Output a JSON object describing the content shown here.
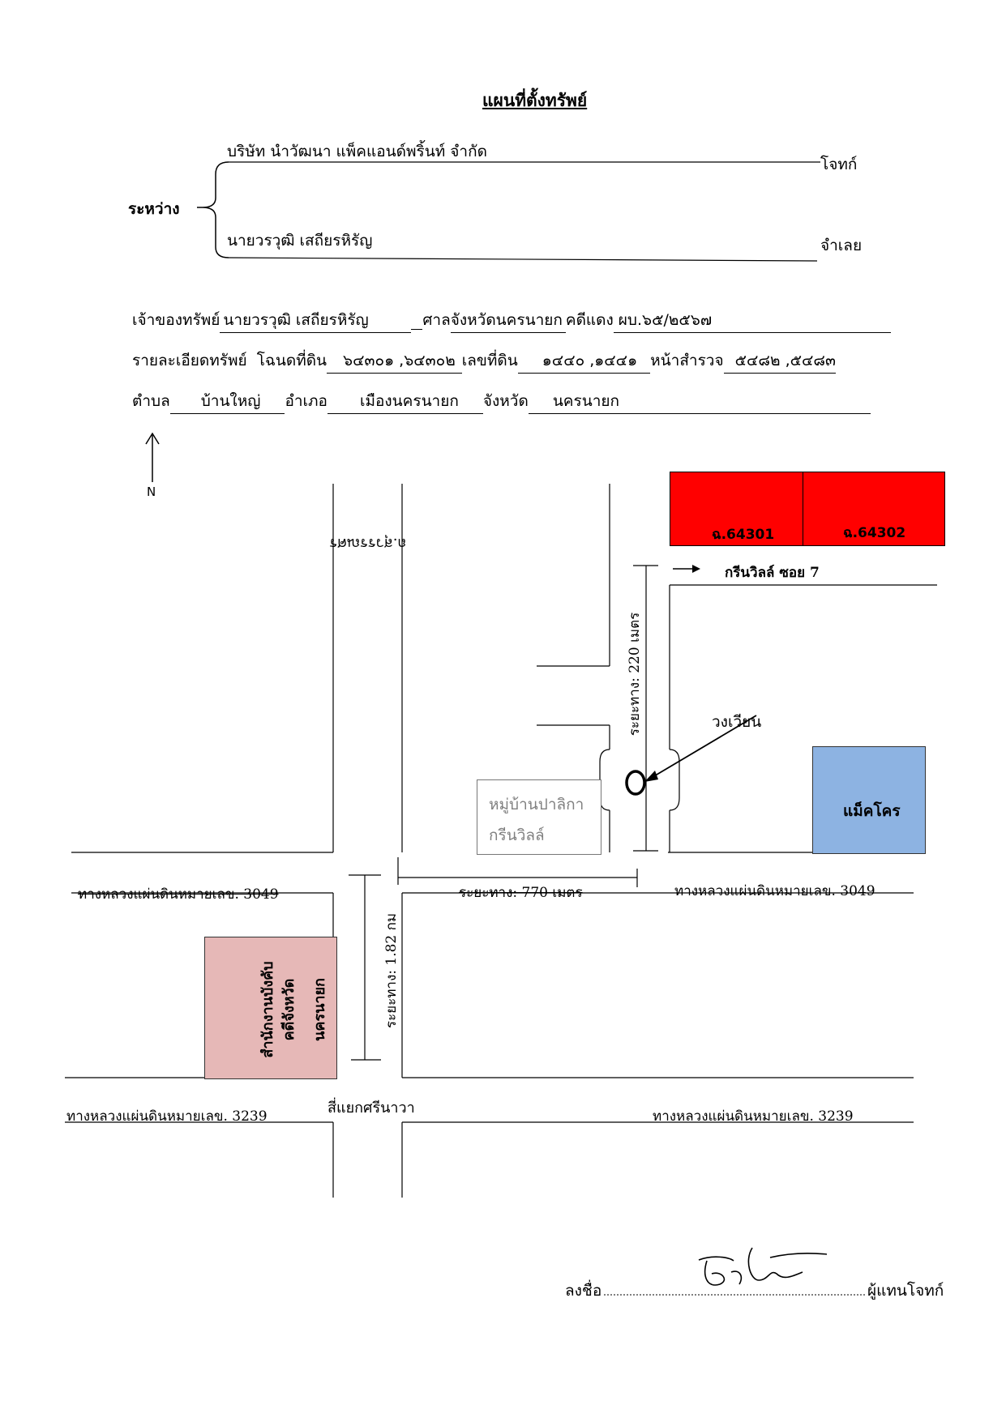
{
  "header": {
    "title": "แผนที่ตั้งทรัพย์",
    "between_label": "ระหว่าง",
    "plaintiff_name": "บริษัท นำวัฒนา แพ็คแอนด์พริ้นท์ จำกัด",
    "plaintiff_role": "โจทก์",
    "defendant_name": "นายวรวุฒิ เสถียรหิรัญ",
    "defendant_role": "จำเลย"
  },
  "details": {
    "owner_label": "เจ้าของทรัพย์",
    "owner_value": "นายวรวุฒิ เสถียรหิรัญ",
    "court_label": "ศาล",
    "court_value": "จังหวัดนครนายก",
    "case_label": "คดีแดง",
    "case_value": "ผบ.๖๕/๒๕๖๗",
    "property_label": "รายละเอียดทรัพย์",
    "deed_label": "โฉนดที่ดิน",
    "deed_value": "๖๔๓๐๑ ,๖๔๓๐๒",
    "land_no_label": "เลขที่ดิน",
    "land_no_value": "๑๔๔๐ ,๑๔๔๑",
    "survey_label": "หน้าสำรวจ",
    "survey_value": "๕๔๘๒ ,๕๔๘๓",
    "subdistrict_label": "ตำบล",
    "subdistrict_value": "บ้านใหญ่",
    "district_label": "อำเภอ",
    "district_value": "เมืองนครนายก",
    "province_label": "จังหวัด",
    "province_value": "นครนายก"
  },
  "map": {
    "north_label": "N",
    "road_suwannason": "ถ.สุวรรณศร",
    "plot1_label": "ฉ.64301",
    "plot2_label": "ฉ.64302",
    "soi_label": "กรีนวิลล์ ซอย 7",
    "distance_220": "ระยะทาง: 220 เมตร",
    "roundabout_label": "วงเวียน",
    "village_line1": "หมู่บ้านปาลิกา",
    "village_line2": "กรีนวิลล์",
    "makro_label": "แม็คโคร",
    "highway_3049_left": "ทางหลวงแผ่นดินหมายเลข. 3049",
    "highway_3049_right": "ทางหลวงแผ่นดินหมายเลข. 3049",
    "distance_770": "ระยะทาง: 770 เมตร",
    "distance_182": "ระยะทาง: 1.82 กม",
    "office_line1": "สำนักงานบังคับ",
    "office_line2": "คดีจังหวัด",
    "office_line3": "นครนายก",
    "intersection_label": "สี่แยกศรีนาวา",
    "highway_3239_left": "ทางหลวงแผ่นดินหมายเลข. 3239",
    "highway_3239_right": "ทางหลวงแผ่นดินหมายเลข. 3239",
    "plot_color": "#ff0000",
    "makro_color": "#8db3e2",
    "office_color": "#e6b8b7"
  },
  "signature": {
    "sign_label": "ลงชื่อ",
    "role_label": "ผู้แทนโจทก์"
  }
}
